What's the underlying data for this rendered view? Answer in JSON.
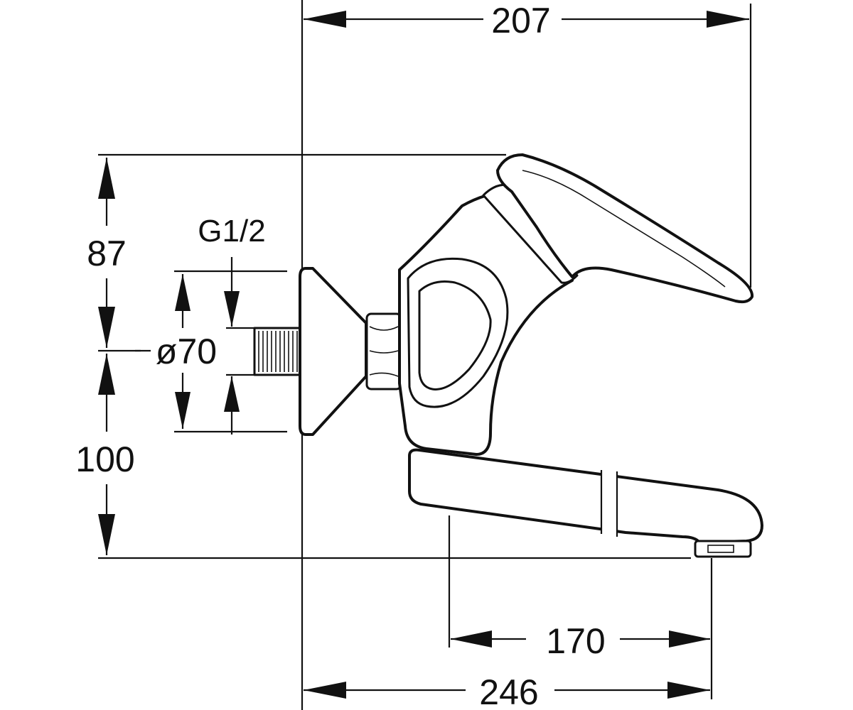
{
  "dimensions": {
    "overall_width": "207",
    "height_top": "87",
    "height_bottom": "100",
    "thread": "G1/2",
    "rosette_diameter": "ø70",
    "spout_reach": "170",
    "total_projection": "246"
  },
  "colors": {
    "ink": "#111111",
    "background": "#ffffff"
  }
}
